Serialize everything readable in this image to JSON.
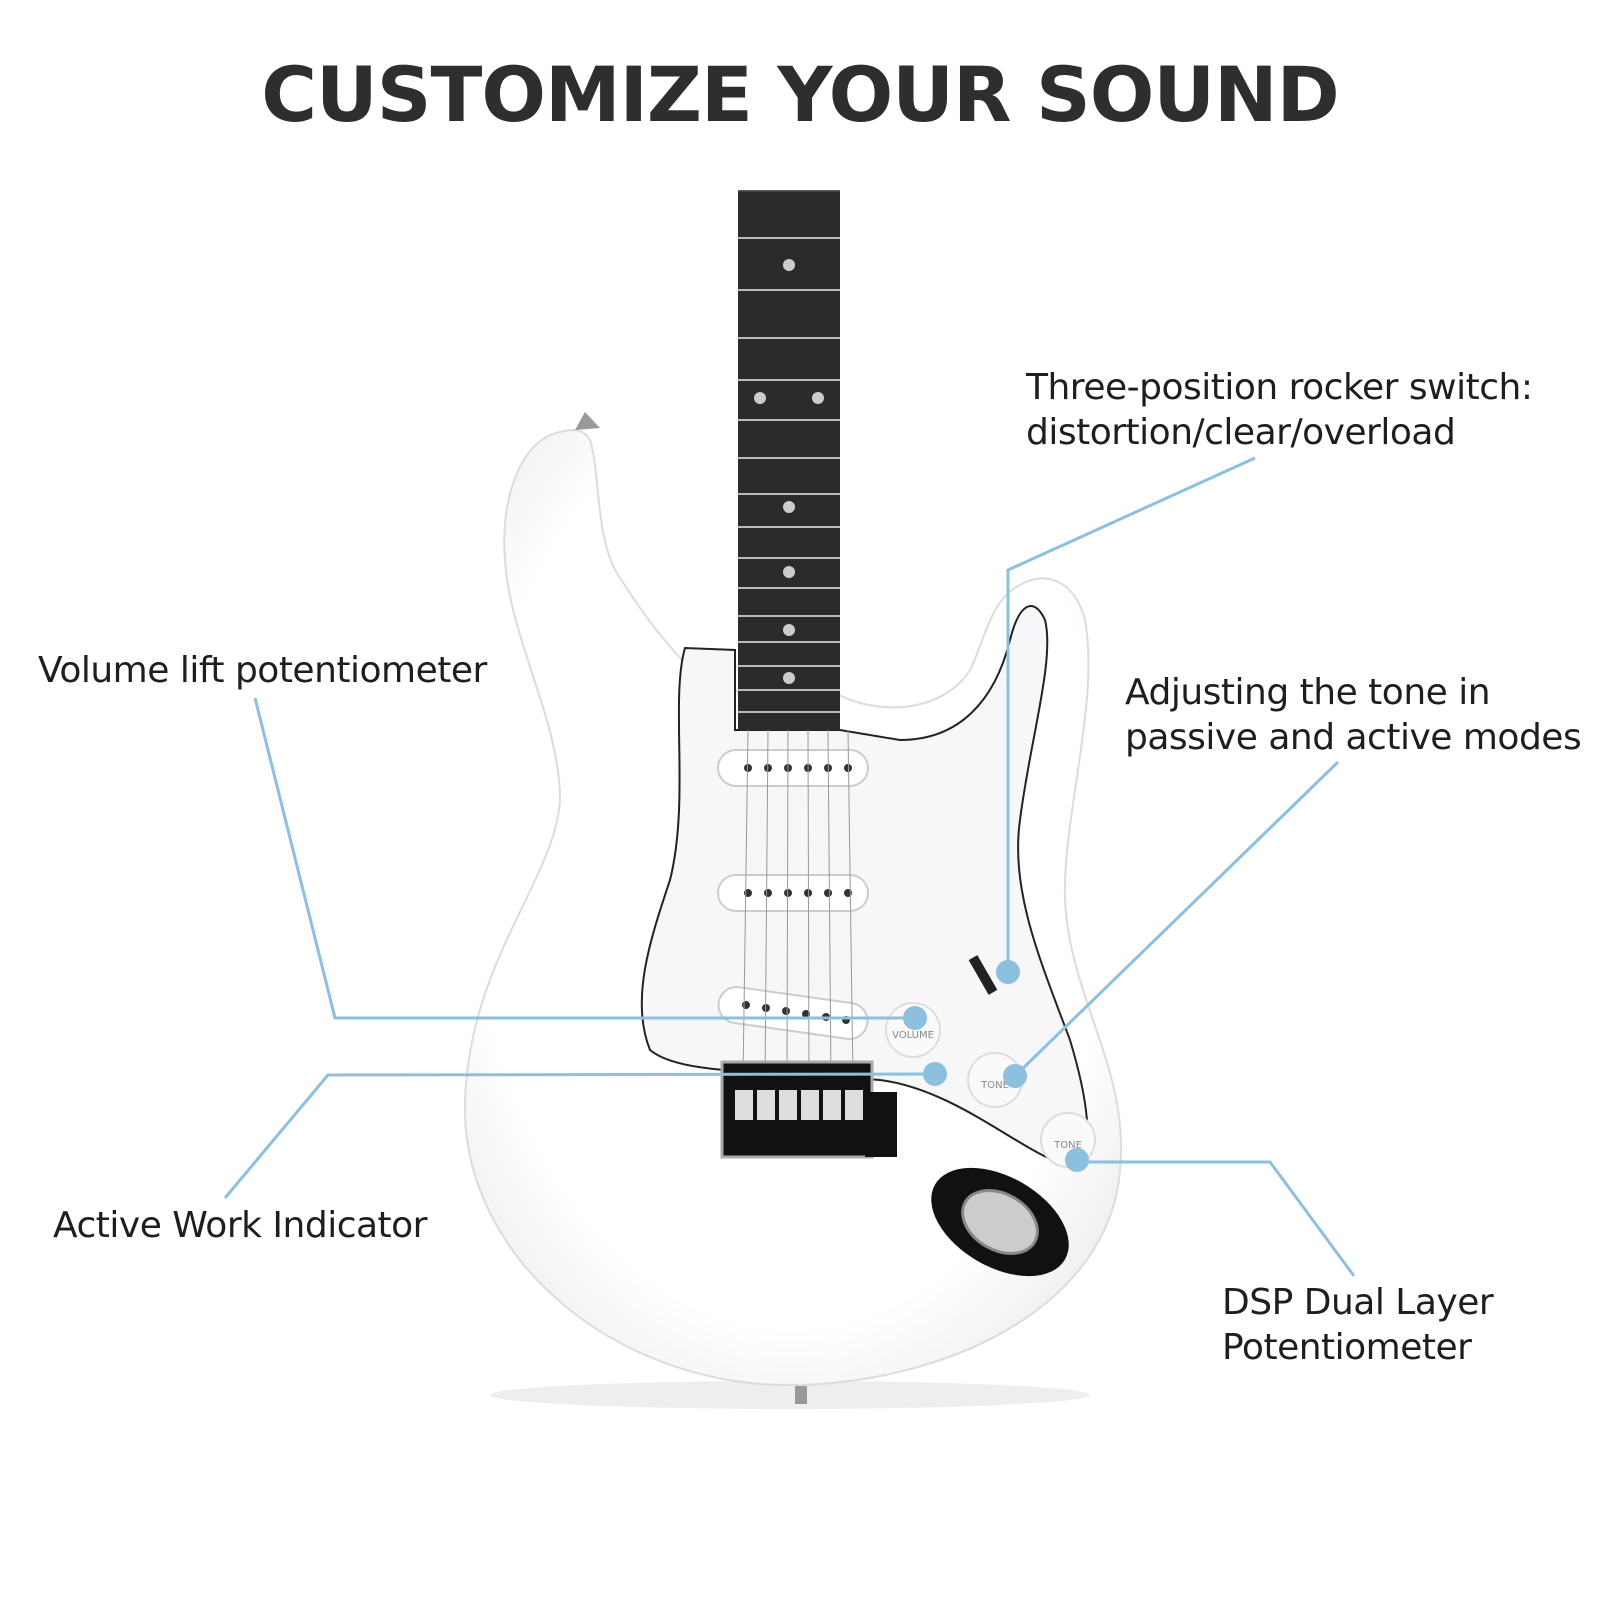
{
  "title": "CUSTOMIZE YOUR SOUND",
  "callout_color": "#8dbfdf",
  "callouts": {
    "rocker_switch": {
      "line1": "Three-position rocker switch:",
      "line2": "distortion/clear/overload"
    },
    "volume": {
      "line1": "Volume lift potentiometer"
    },
    "tone": {
      "line1": "Adjusting the tone in",
      "line2": "passive and active modes"
    },
    "indicator": {
      "line1": "Active Work Indicator"
    },
    "dsp": {
      "line1": "DSP Dual Layer",
      "line2": "Potentiometer"
    }
  },
  "knobs": {
    "volume": "VOLUME",
    "tone1": "TONE",
    "tone2": "TONE"
  }
}
